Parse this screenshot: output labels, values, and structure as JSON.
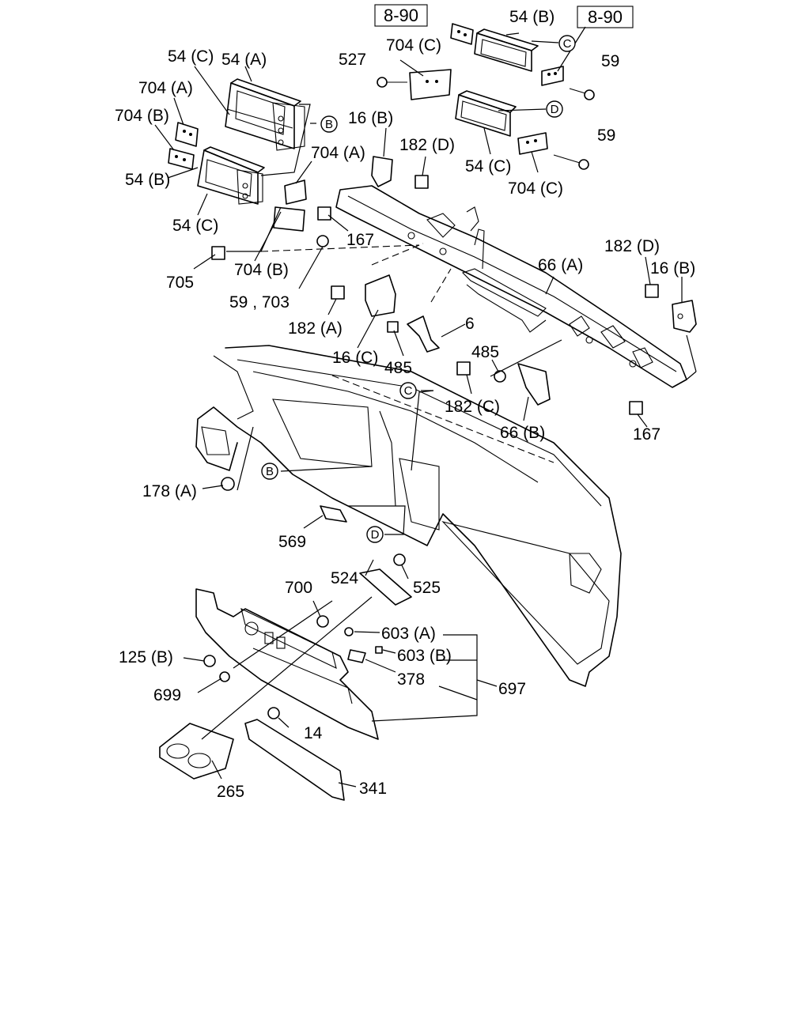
{
  "references": {
    "top_left": "8-90",
    "top_right": "8-90"
  },
  "callouts": {
    "b": "B",
    "c": "C",
    "d": "D"
  },
  "labels": {
    "p54c_top": "54 (C)",
    "p54a": "54 (A)",
    "p704a_left": "704 (A)",
    "p704b_left": "704 (B)",
    "p54b_left": "54 (B)",
    "p54c_left": "54 (C)",
    "p527": "527",
    "p704c_top": "704 (C)",
    "p54b_top": "54 (B)",
    "p59_top": "59",
    "p16b_mid": "16 (B)",
    "p182d_mid": "182 (D)",
    "p59_mid": "59",
    "p54c_right": "54 (C)",
    "p704c_right": "704 (C)",
    "p704a_mid": "704 (A)",
    "p167_mid": "167",
    "p705": "705",
    "p704b_mid": "704 (B)",
    "p59_703": "59 , 703",
    "p66a": "66 (A)",
    "p182d_right": "182 (D)",
    "p16b_right": "16 (B)",
    "p182a": "182 (A)",
    "p16c": "16 (C)",
    "p485_left": "485",
    "p6": "6",
    "p485_right": "485",
    "p182c": "182 (C)",
    "p66b": "66 (B)",
    "p167_right": "167",
    "p178a": "178 (A)",
    "p569": "569",
    "p524": "524",
    "p525": "525",
    "p700": "700",
    "p603a": "603 (A)",
    "p603b": "603 (B)",
    "p125b": "125 (B)",
    "p378": "378",
    "p697": "697",
    "p699": "699",
    "p14": "14",
    "p265": "265",
    "p341": "341"
  }
}
